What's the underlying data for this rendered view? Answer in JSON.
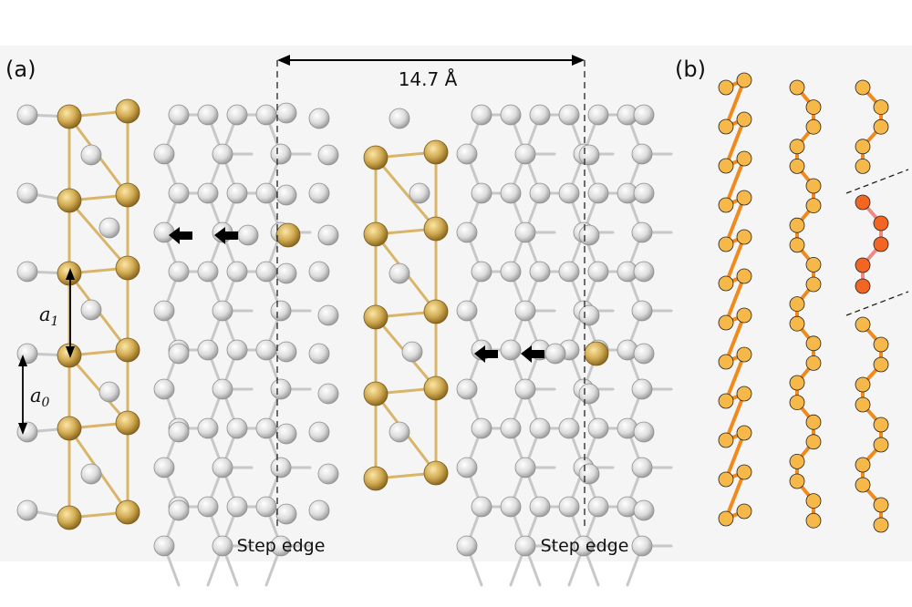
{
  "figure": {
    "panel_a_label": "(a)",
    "panel_b_label": "(b)",
    "spacing_label": "14.7 Å",
    "step_edge_left": "Step edge",
    "step_edge_right": "Step edge",
    "a1_label": "a",
    "a1_sub": "1",
    "a0_label": "a",
    "a0_sub": "0"
  },
  "colors": {
    "background": "#f4f5f4",
    "silicon_atom": "#d9d9d9",
    "gold_atom": "#d3ad55",
    "gold_bond": "#d9b56a",
    "silicon_bond": "#c8c8c8",
    "chain_atom": "#f7b84a",
    "chain_bond": "#f08a1c",
    "defect_atom": "#f26522",
    "defect_bond": "#ee8a86",
    "arrow": "#000000"
  }
}
